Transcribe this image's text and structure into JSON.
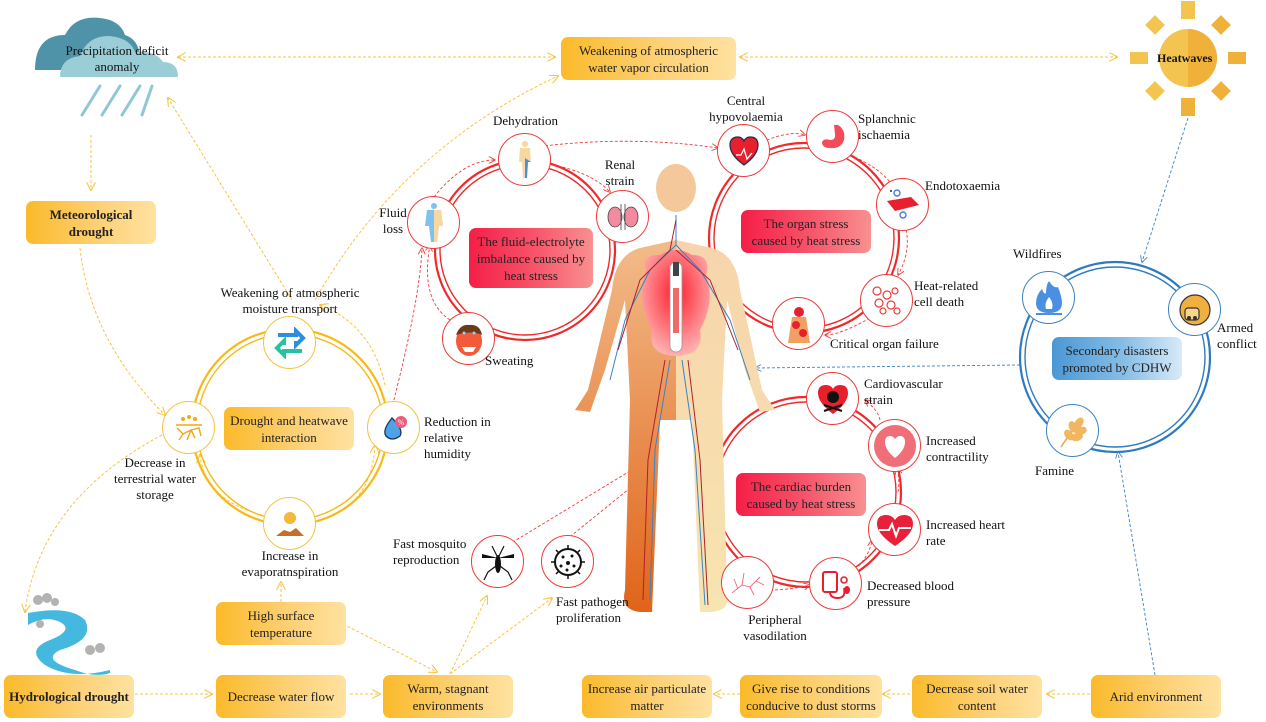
{
  "colors": {
    "drought_yellow": "#fbba2a",
    "heat_red": "#f51e47",
    "secondary_blue": "#4b97d4",
    "arrow_yellow": "#f8c443",
    "arrow_red": "#ef3a3a",
    "arrow_blue": "#3b82c4"
  },
  "top": {
    "precipitation": "Precipitation deficit anomaly",
    "circulation": "Weakening of atmospheric water vapor circulation",
    "heatwaves": "Heatwaves"
  },
  "drought_chain": {
    "meteorological": "Meteorological drought",
    "hydrological": "Hydrological drought",
    "decrease_water_flow": "Decrease water flow",
    "warm_stagnant": "Warm, stagnant environments",
    "high_surface_temp": "High surface temperature"
  },
  "interaction_cycle": {
    "center": "Drought and heatwave interaction",
    "nodes": {
      "moisture_transport": "Weakening of atmospheric moisture transport",
      "relative_humidity": "Reduction in relative humidity",
      "evapotranspiration": "Increase in evaporatnspiration",
      "terrestrial_water": "Decrease in terrestrial water storage"
    }
  },
  "fluid_cycle": {
    "center": "The fluid-electrolyte imbalance caused by heat stress",
    "nodes": {
      "dehydration": "Dehydration",
      "renal_strain": "Renal strain",
      "fluid_loss": "Fluid loss",
      "sweating": "Sweating"
    }
  },
  "organ_cycle": {
    "center": "The organ stress caused by heat stress",
    "nodes": {
      "hypovolaemia": "Central hypovolaemia",
      "splanchnic": "Splanchnic ischaemia",
      "endotoxaemia": "Endotoxaemia",
      "cell_death": "Heat-related cell death",
      "organ_failure": "Critical organ failure"
    }
  },
  "cardiac_cycle": {
    "center": "The cardiac burden caused by heat stress",
    "nodes": {
      "cardio_strain": "Cardiovascular strain",
      "contractility": "Increased contractility",
      "heart_rate": "Increased heart rate",
      "blood_pressure": "Decreased blood pressure",
      "vasodilation": "Peripheral vasodilation"
    }
  },
  "disease": {
    "mosquito": "Fast mosquito reproduction",
    "pathogen": "Fast pathogen proliferation"
  },
  "secondary_cycle": {
    "center": "Secondary disasters promoted by CDHW",
    "nodes": {
      "wildfires": "Wildfires",
      "armed_conflict": "Armed conflict",
      "famine": "Famine"
    }
  },
  "dust_chain": {
    "arid": "Arid environment",
    "soil_water": "Decrease soil water content",
    "dust_storms": "Give rise to conditions conducive to dust storms",
    "particulate": "Increase air particulate matter"
  }
}
